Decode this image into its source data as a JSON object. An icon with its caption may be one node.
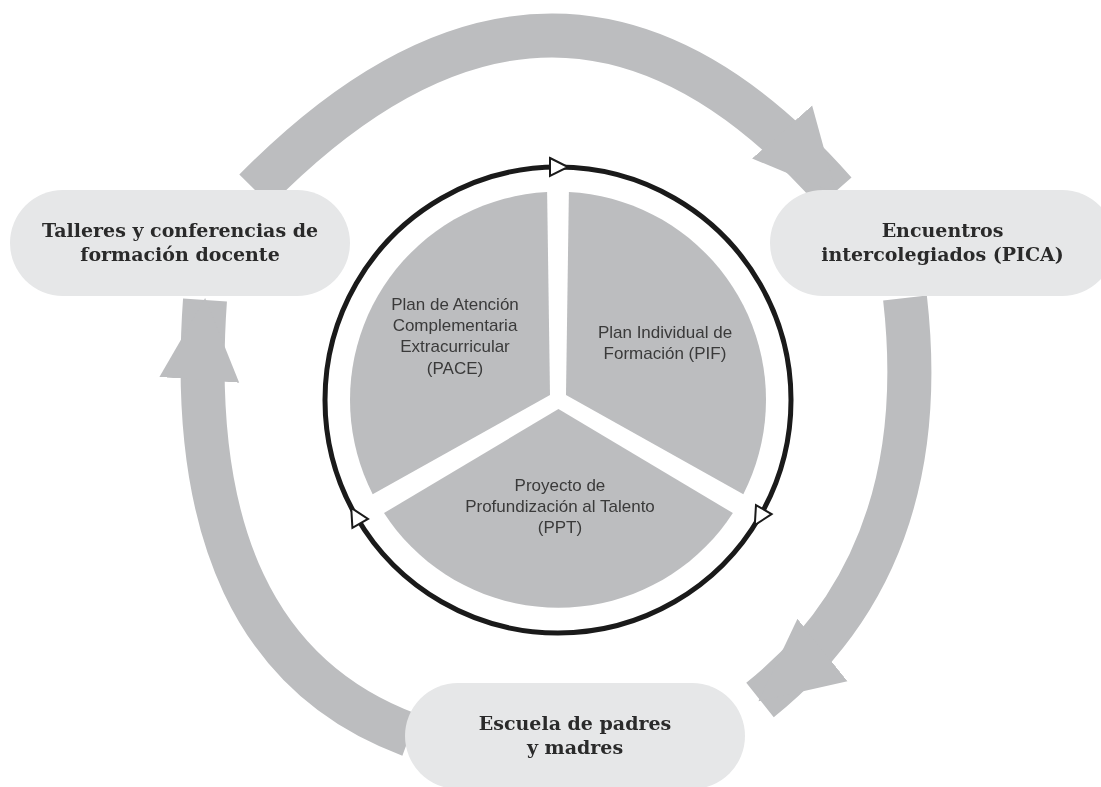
{
  "diagram": {
    "nodes": [
      {
        "text": [
          "Talleres y conferencias de formación docente"
        ]
      },
      {
        "text": [
          "Encuentros intercolegiados (PICA)"
        ]
      },
      {
        "text": [
          "Escuela de padres y madres"
        ]
      },
      {
        "text": [
          "Plan de Atención Complementaria Extracurricular (PACE)"
        ]
      },
      {
        "text": [
          "Plan Individual de Formación (PIF)"
        ]
      },
      {
        "text": [
          "Proyecto de Profundización al Talento (PPT)"
        ]
      }
    ],
    "edges": [
      {
        "from": 0,
        "to": 1,
        "arrow": "to"
      },
      {
        "from": 1,
        "to": 2,
        "arrow": "to"
      },
      {
        "from": 2,
        "to": 0,
        "arrow": "to"
      }
    ]
  }
}
